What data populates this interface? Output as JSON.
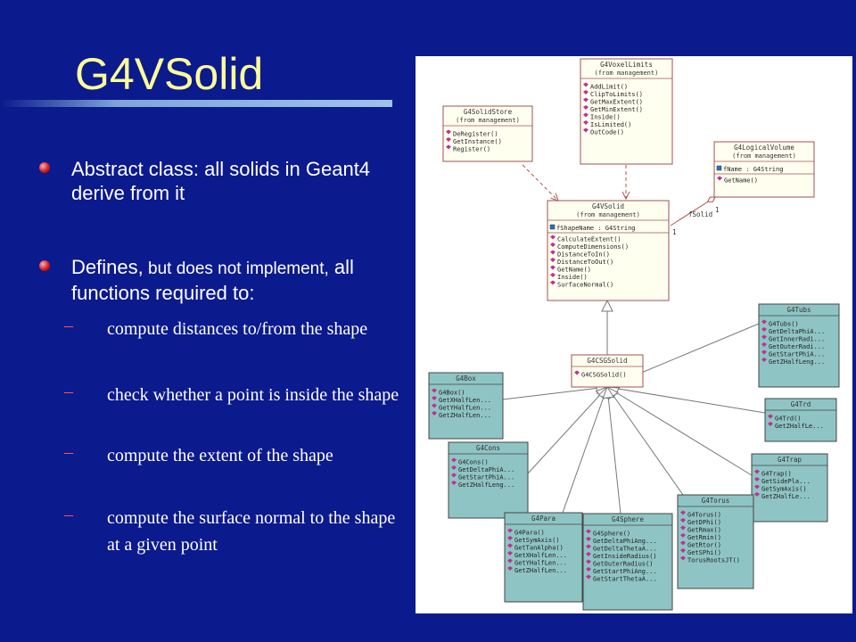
{
  "slide": {
    "title": "G4VSolid",
    "bullet1": "Abstract class: all solids in Geant4 derive from it",
    "bullet2_a": "Defines,",
    "bullet2_b": " but does not implement,",
    "bullet2_c": " all functions required to:",
    "sub_items": [
      "compute distances to/from the shape",
      "check whether a point is inside the shape",
      "compute the extent of the shape",
      "compute the surface normal to the shape at a given point"
    ]
  },
  "colors": {
    "background": "#0b1a8c",
    "title": "#ffff99",
    "bullet": "#d02020",
    "dash": "#ff5555",
    "class_fill": "#fffff0",
    "subclass_fill": "#8fc4c4"
  },
  "uml": {
    "classes": [
      {
        "id": "voxel",
        "name": "G4VoxelLimits",
        "stereo": "(from management)",
        "attrs": [],
        "ops": [
          "AddLimit()",
          "ClipToLimits()",
          "GetMaxExtent()",
          "GetMinExtent()",
          "Inside()",
          "IsLimited()",
          "OutCode()"
        ]
      },
      {
        "id": "store",
        "name": "G4SolidStore",
        "stereo": "(from management)",
        "attrs": [],
        "ops": [
          "DeRegister()",
          "GetInstance()",
          "Register()"
        ]
      },
      {
        "id": "logical",
        "name": "G4LogicalVolume",
        "stereo": "(from management)",
        "attrs": [
          "fName : G4String"
        ],
        "ops": [
          "GetName()"
        ]
      },
      {
        "id": "vsolid",
        "name": "G4VSolid",
        "stereo": "(from management)",
        "attrs": [
          "fShapeName : G4String"
        ],
        "ops": [
          "CalculateExtent()",
          "ComputeDimensions()",
          "DistanceToIn()",
          "DistanceToOut()",
          "GetName()",
          "Inside()",
          "SurfaceNormal()"
        ]
      },
      {
        "id": "csg",
        "name": "G4CSGSolid",
        "stereo": "",
        "attrs": [],
        "ops": [
          "G4CSGSolid()"
        ]
      },
      {
        "id": "tubs",
        "name": "G4Tubs",
        "stereo": "",
        "attrs": [],
        "ops": [
          "G4Tubs()",
          "GetDeltaPhiA...",
          "GetInnerRadi...",
          "GetOuterRadi...",
          "GetStartPhiA...",
          "GetZHalfLeng..."
        ]
      },
      {
        "id": "box",
        "name": "G4Box",
        "stereo": "",
        "attrs": [],
        "ops": [
          "G4Box()",
          "GetXHalfLen...",
          "GetYHalfLen...",
          "GetZHalfLen..."
        ]
      },
      {
        "id": "trd",
        "name": "G4Trd",
        "stereo": "",
        "attrs": [],
        "ops": [
          "G4Trd()",
          "GetZHalfLe..."
        ]
      },
      {
        "id": "cons",
        "name": "G4Cons",
        "stereo": "",
        "attrs": [],
        "ops": [
          "G4Cons()",
          "GetDeltaPhiA...",
          "GetStartPhiA...",
          "GetZHalfLeng..."
        ]
      },
      {
        "id": "trap",
        "name": "G4Trap",
        "stereo": "",
        "attrs": [],
        "ops": [
          "G4Trap()",
          "GetSidePla...",
          "GetSymAxis()",
          "GetZHalfLe..."
        ]
      },
      {
        "id": "torus",
        "name": "G4Torus",
        "stereo": "",
        "attrs": [],
        "ops": [
          "G4Torus()",
          "GetDPhi()",
          "GetRmax()",
          "GetRmin()",
          "GetRtor()",
          "GetSPhi()",
          "TorusRootsJT()"
        ]
      },
      {
        "id": "para",
        "name": "G4Para",
        "stereo": "",
        "attrs": [],
        "ops": [
          "G4Para()",
          "GetSymAxis()",
          "GetTanAlpha()",
          "GetXHalfLen...",
          "GetYHalfLen...",
          "GetZHalfLen..."
        ]
      },
      {
        "id": "sphere",
        "name": "G4Sphere",
        "stereo": "",
        "attrs": [],
        "ops": [
          "G4Sphere()",
          "GetDeltaPhiAng...",
          "GetDeltaThetaA...",
          "GetInsideRadius()",
          "GetOuterRadius()",
          "GetStartPhiAng...",
          "GetStartThetaA..."
        ]
      }
    ],
    "assoc_role": "fSolid",
    "mult_a": "1",
    "mult_b": "1"
  }
}
